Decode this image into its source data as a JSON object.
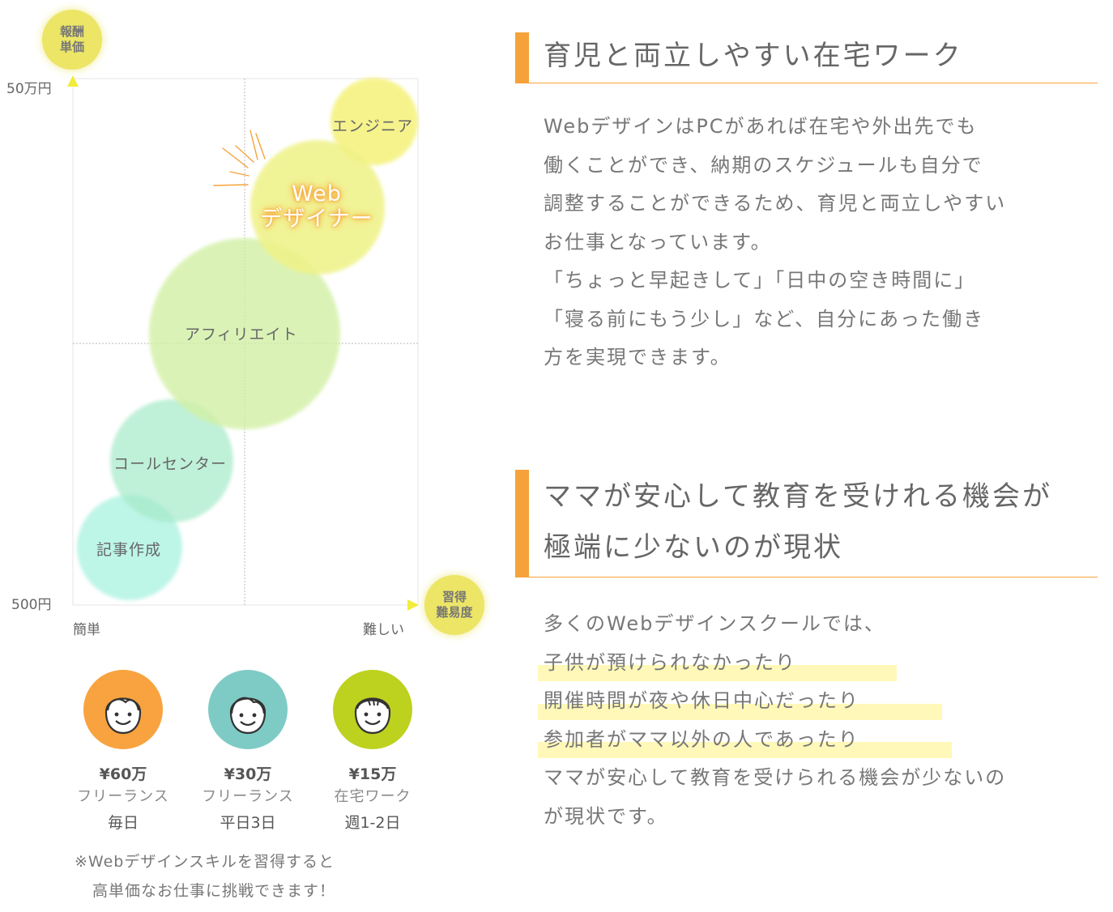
{
  "chart": {
    "y_axis_badge": "報酬\n単価",
    "x_axis_badge": "習得\n難易度",
    "y_max_label": "50万円",
    "y_min_label": "500円",
    "x_min_label": "簡単",
    "x_max_label": "難しい",
    "bubbles": {
      "engineer": "エンジニア",
      "web_designer": "Web\nデザイナー",
      "affiliate": "アフィリエイト",
      "call_center": "コールセンター",
      "article": "記事作成"
    },
    "colors": {
      "axis_gradient_top": "#f2ec3c",
      "axis_gradient_bottom": "#7ee8c4",
      "badge": "#ece566",
      "accent": "#f6a23a"
    }
  },
  "chart_data": {
    "type": "bubble",
    "xlabel": "習得難易度",
    "ylabel": "報酬単価",
    "x_ticks": [
      "簡単",
      "難しい"
    ],
    "y_ticks": [
      "500円",
      "50万円"
    ],
    "points": [
      {
        "label": "記事作成",
        "difficulty": 0.17,
        "pay": 0.1
      },
      {
        "label": "コールセンター",
        "difficulty": 0.29,
        "pay": 0.27
      },
      {
        "label": "アフィリエイト",
        "difficulty": 0.51,
        "pay": 0.52
      },
      {
        "label": "Webデザイナー",
        "difficulty": 0.71,
        "pay": 0.75
      },
      {
        "label": "エンジニア",
        "difficulty": 0.87,
        "pay": 0.92
      }
    ]
  },
  "personas": [
    {
      "amount": "¥60万",
      "job": "フリーランス",
      "freq": "毎日",
      "color": "#f8a33f"
    },
    {
      "amount": "¥30万",
      "job": "フリーランス",
      "freq": "平日3日",
      "color": "#7ecbc5"
    },
    {
      "amount": "¥15万",
      "job": "在宅ワーク",
      "freq": "週1-2日",
      "color": "#bdd11f"
    }
  ],
  "note": [
    "※Webデザインスキルを習得すると",
    "高単価なお仕事に挑戦できます！"
  ],
  "section1": {
    "title": "育児と両立しやすい在宅ワーク",
    "lines": [
      "WebデザインはPCがあれば在宅や外出先でも",
      "働くことができ、納期のスケジュールも自分で",
      "調整することができるため、育児と両立しやすい",
      "お仕事となっています。",
      "「ちょっと早起きして」「日中の空き時間に」",
      "「寝る前にもう少し」など、自分にあった働き",
      "方を実現できます。"
    ]
  },
  "section2": {
    "title": "ママが安心して教育を受けれる機会が\n極端に少ないのが現状",
    "lines": [
      "多くのWebデザインスクールでは、",
      "子供が預けられなかったり",
      "開催時間が夜や休日中心だったり",
      "参加者がママ以外の人であったり",
      "ママが安心して教育を受けられる機会が少ないの",
      "が現状です。"
    ]
  }
}
